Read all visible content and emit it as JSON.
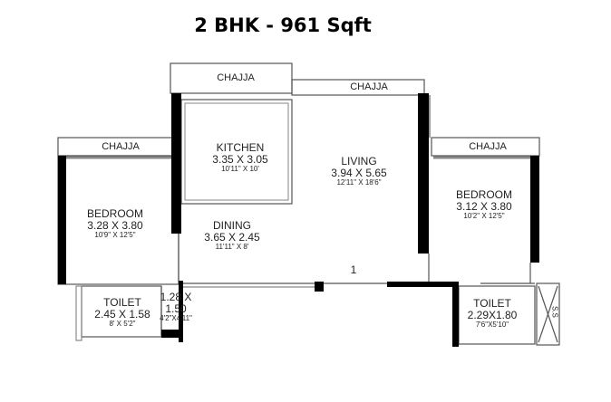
{
  "title": "2 BHK - 961 Sqft",
  "chajja_label": "CHAJJA",
  "rooms": {
    "kitchen": {
      "name": "KITCHEN",
      "metric": "3.35 X 3.05",
      "imperial": "10'11\" X 10'"
    },
    "living": {
      "name": "LIVING",
      "metric": "3.94 X 5.65",
      "imperial": "12'11\" X 18'6\""
    },
    "bedroom_left": {
      "name": "BEDROOM",
      "metric": "3.28 X 3.80",
      "imperial": "10'9\" X 12'5\""
    },
    "dining": {
      "name": "DINING",
      "metric": "3.65 X 2.45",
      "imperial": "11'11\" X 8'"
    },
    "bedroom_right": {
      "name": "BEDROOM",
      "metric": "3.12 X 3.80",
      "imperial": "10'2\" X 12'5\""
    },
    "toilet_left": {
      "name": "TOILET",
      "metric": "2.45 X 1.58",
      "imperial": "8' X 5'2\""
    },
    "passage": {
      "metric_line1": "1.28 X",
      "metric_line2": "1.50",
      "imperial": "4'2\"X4'11\""
    },
    "toilet_right": {
      "name": "TOILET",
      "metric": "2.29X1.80",
      "imperial": "7'6\"X5'10\""
    }
  },
  "entrance_marker": "1",
  "shaft_label": "S.S"
}
